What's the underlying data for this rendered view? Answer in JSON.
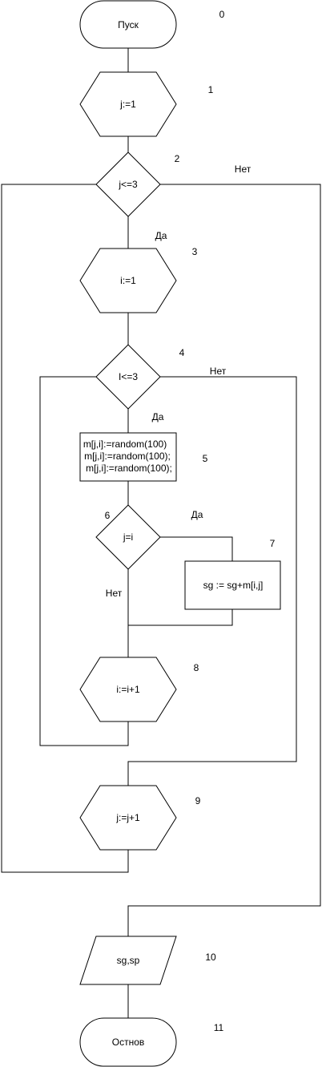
{
  "flowchart": {
    "start": {
      "label": "Пуск",
      "num": "0"
    },
    "init_j": {
      "label": "j:=1",
      "num": "1"
    },
    "cond_j": {
      "label": "j<=3",
      "num": "2",
      "yes": "Да",
      "no": "Нет"
    },
    "init_i": {
      "label": "i:=1",
      "num": "3"
    },
    "cond_i": {
      "label": "I<=3",
      "num": "4",
      "yes": "Да",
      "no": "Нет"
    },
    "assign": {
      "lines": [
        "m[j,i]:=random(100)",
        "m[j,i]:=random(100);",
        "m[j,i]:=random(100);"
      ],
      "num": "5"
    },
    "cond_eq": {
      "label": "j=i",
      "num": "6",
      "yes": "Да",
      "no": "Нет"
    },
    "sum": {
      "label": "sg := sg+m[i,j]",
      "num": "7"
    },
    "inc_i": {
      "label": "i:=i+1",
      "num": "8"
    },
    "inc_j": {
      "label": "j:=j+1",
      "num": "9"
    },
    "output": {
      "label": "sg,sp",
      "num": "10"
    },
    "end": {
      "label": "Остнов",
      "num": "11"
    }
  }
}
